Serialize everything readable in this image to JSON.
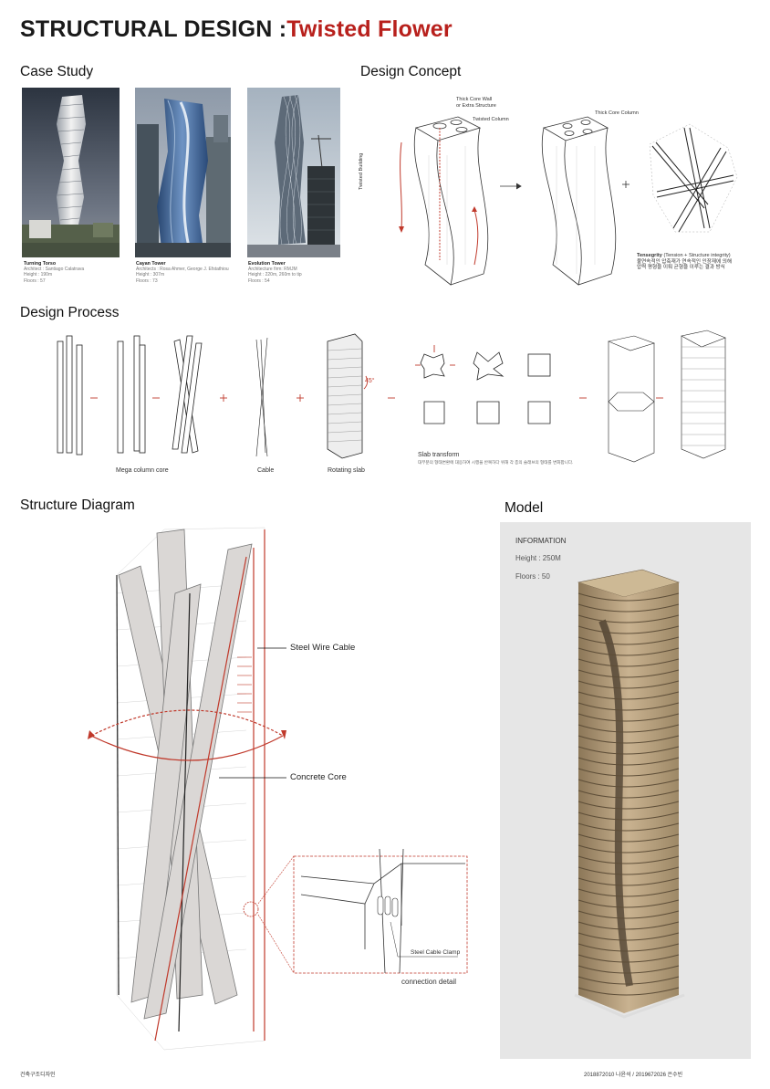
{
  "title": {
    "main": "STRUCTURAL DESIGN :",
    "accent": "Twisted Flower"
  },
  "sections": {
    "case_study": "Case Study",
    "design_concept": "Design Concept",
    "design_process": "Design Process",
    "structure_diagram": "Structure Diagram",
    "model": "Model"
  },
  "case_studies": [
    {
      "name": "Turning Torso",
      "line1": "Architect : Santiago Calatrava",
      "line2": "Height : 190m",
      "line3": "Floors : 57"
    },
    {
      "name": "Cayan Tower",
      "line1": "Architects : Rosa Ahmer, George J. Efstathiou",
      "line2": "Height : 307m",
      "line3": "Floors : 73"
    },
    {
      "name": "Evolution Tower",
      "line1": "Architecture firm: RMJM",
      "line2": "Height : 220m, 260m to tip",
      "line3": "Floors : 54"
    }
  ],
  "concept": {
    "thick_core_wall": "Thick Core Wall",
    "extra_structure": "or Extra Structure",
    "twisted_column": "Twisted Column",
    "thick_core_column": "Thick Core Column",
    "twisted_building": "Twisted Building",
    "tensegrity_title": "Tensegrity",
    "tensegrity_sub": "(Tension + Structure integrity)",
    "tensegrity_kr1": "불연속적인 압축재가 연속적인 인장재에 의해",
    "tensegrity_kr2": "압력 평형을 이뤄 균형을 이루는 결과 방식"
  },
  "process": {
    "mega_column": "Mega column core",
    "cable": "Cable",
    "rotating_slab": "Rotating slab",
    "angle": "45°",
    "slab_transform": "Slab transform",
    "slab_desc": "대부분의 형태변환에 대응하여 시행을 반복하다 위해 각 층의 슬래브의 형태를 변화합니다."
  },
  "diagram": {
    "steel_wire": "Steel Wire Cable",
    "concrete_core": "Concrete Core",
    "clamp": "Steel Cable Clamp",
    "connection": "connection detail"
  },
  "model": {
    "info_title": "INFORMATION",
    "height": "Height : 250M",
    "floors": "Floors : 50"
  },
  "footer": {
    "left": "건축구조디자인",
    "right": "2018872010 나윤석 / 2019672026 은수빈"
  },
  "colors": {
    "accent": "#b8201c",
    "model_bg": "#e6e6e6",
    "wood": "#b39b75"
  }
}
